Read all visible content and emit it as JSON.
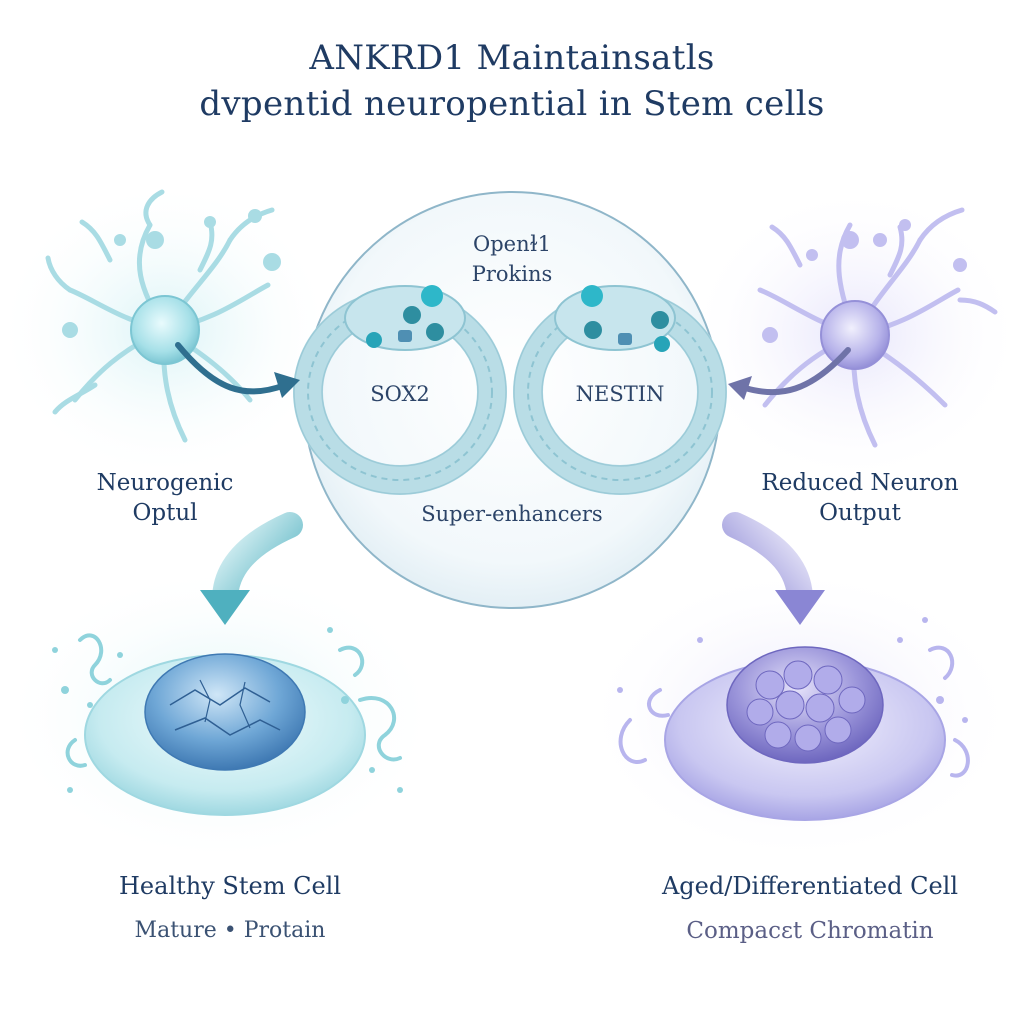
{
  "title": {
    "line1": "ANKRD1 Maintainsatls",
    "line2": "dvpentid neuropential in Stem cells"
  },
  "center": {
    "top_label_line1": "Openɫ1",
    "top_label_line2": "Prokins",
    "left_loop_label": "SOX2",
    "right_loop_label": "NESTIN",
    "bottom_label": "Super-enhancers"
  },
  "left": {
    "neuron_label_line1": "Neurogenic",
    "neuron_label_line2": "Optul",
    "cell_title": "Healthy Stem Cell",
    "cell_subtitle": "Mature • Protain"
  },
  "right": {
    "neuron_label_line1": "Reduced Neuron",
    "neuron_label_line2": "Output",
    "cell_title": "Aged/Differentiated Cell",
    "cell_subtitle": "Compacɛt Chromatin"
  },
  "colors": {
    "title": "#1f3b63",
    "teal": "#8fd3dc",
    "teal_dark": "#2e8ea0",
    "violet": "#a9a6e6",
    "violet_dark": "#7671c4",
    "circle": "#8fb6c9"
  }
}
